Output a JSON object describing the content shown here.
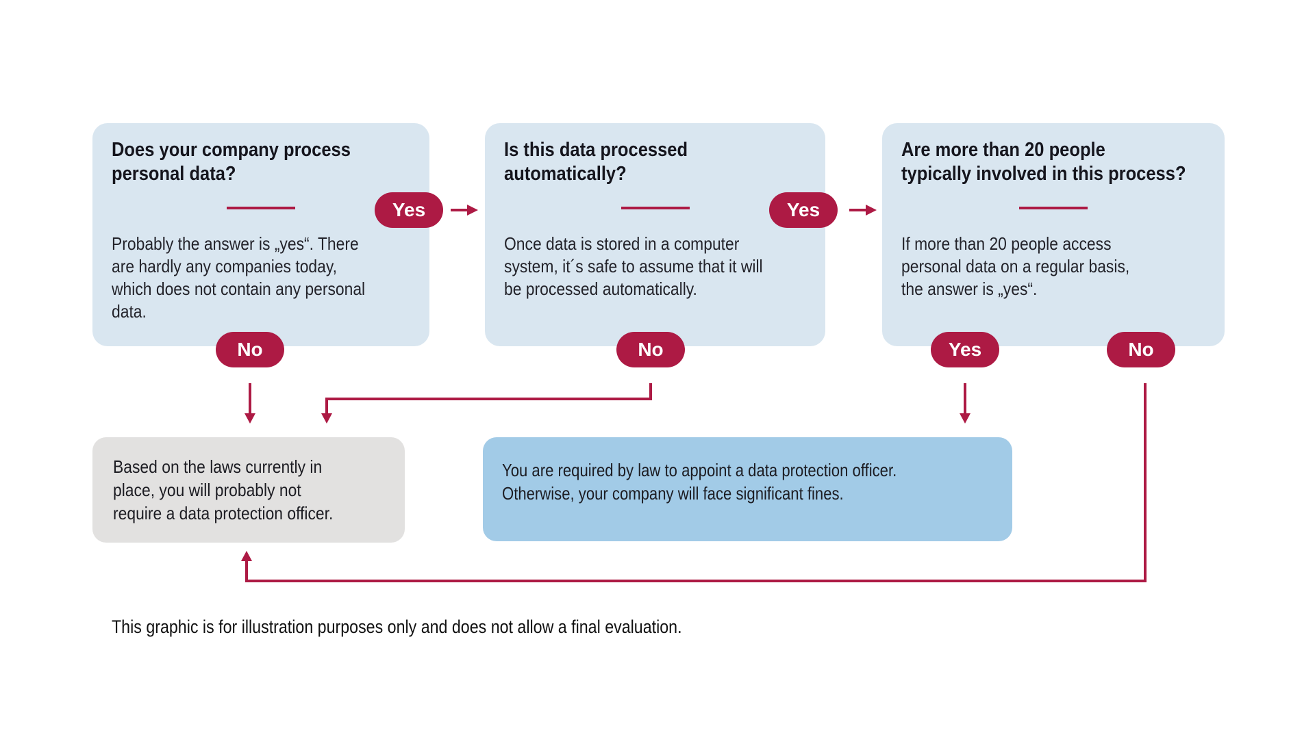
{
  "diagram": {
    "questions": [
      {
        "title": "Does your company process\npersonal data?",
        "body": "Probably the answer is „yes“. There\nare hardly any companies today,\nwhich does not contain any personal\ndata.",
        "yes_label": "Yes",
        "no_label": "No"
      },
      {
        "title": "Is this data processed\nautomatically?",
        "body": "Once data is stored in a computer\nsystem, it´s safe to assume that it will\nbe processed automatically.",
        "yes_label": "Yes",
        "no_label": "No"
      },
      {
        "title": "Are more than 20 people\ntypically involved in this process?",
        "body": "If more than 20 people access\npersonal data on a regular basis,\nthe answer is „yes“.",
        "yes_label": "Yes",
        "no_label": "No"
      }
    ],
    "outcomes": {
      "no_officer": "Based on the laws currently in\nplace, you will probably not\nrequire a data protection officer.",
      "officer_required": "You are required by law to appoint a data protection officer.\nOtherwise, your company will face significant fines."
    },
    "footer": "This graphic is for illustration purposes only and does not allow a final evaluation.",
    "colors": {
      "question_box": "#d9e6f0",
      "pill": "#ad1a44",
      "connector": "#ad1a44",
      "outcome_neutral_box": "#e2e1e0",
      "outcome_required_box": "#a2cbe7"
    }
  }
}
